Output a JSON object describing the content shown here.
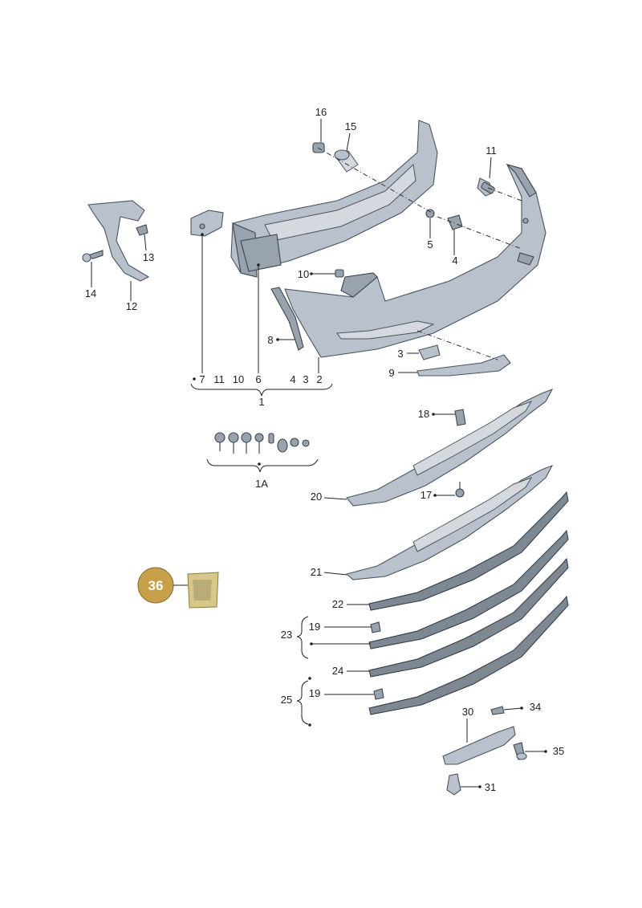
{
  "labels": {
    "l1": "1",
    "l1a": "1A",
    "l2": "2",
    "l3": "3",
    "l3b": "3",
    "l4": "4",
    "l4b": "4",
    "l5": "5",
    "l6": "6",
    "l7": "7",
    "l8": "8",
    "l9": "9",
    "l10": "10",
    "l10b": "10",
    "l11": "11",
    "l11b": "11",
    "l12": "12",
    "l13": "13",
    "l14": "14",
    "l15": "15",
    "l16": "16",
    "l17": "17",
    "l18": "18",
    "l19a": "19",
    "l19b": "19",
    "l20": "20",
    "l21": "21",
    "l22": "22",
    "l23": "23",
    "l24": "24",
    "l25": "25",
    "l30": "30",
    "l31": "31",
    "l34": "34",
    "l35": "35",
    "badge36": "36"
  },
  "colors": {
    "part_fill": "#b9c2cc",
    "part_stroke": "#4b545e",
    "badge_fill": "#c8a04a",
    "badge_text": "#ffffff",
    "strip_fill": "#7d8893"
  }
}
